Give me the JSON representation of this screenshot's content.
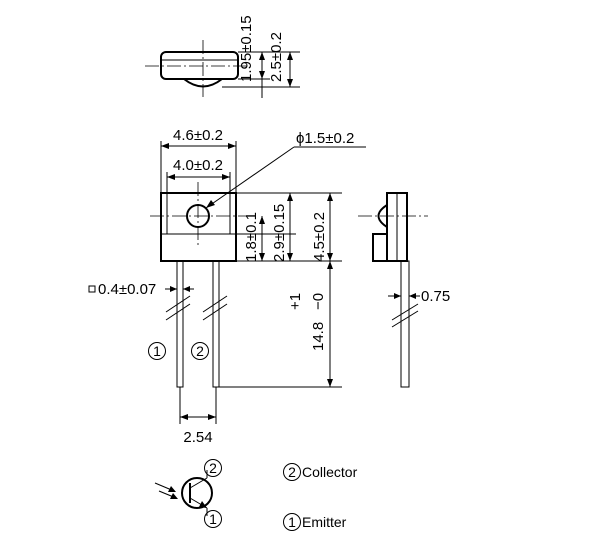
{
  "top_view": {
    "height_body": "1.95±0.15",
    "height_total": "2.5±0.2"
  },
  "front_view": {
    "width_outer": "4.6±0.2",
    "width_inner": "4.0±0.2",
    "lens_diameter": "ϕ1.5±0.2",
    "lens_center_height": "1.8±0.1",
    "step_height": "2.9±0.15",
    "body_height": "4.5±0.2",
    "lead_width": "0.4±0.07",
    "lead_length_nominal": "14.8",
    "lead_length_tol_plus": "+1",
    "lead_length_tol_minus": "−0",
    "lead_pitch": "2.54",
    "pin_1_mark": "1",
    "pin_2_mark": "2"
  },
  "side_view": {
    "lead_thickness": "0.75"
  },
  "symbol": {
    "pin_top": "2",
    "pin_bottom": "1"
  },
  "legend": [
    {
      "number": "2",
      "label": "Collector"
    },
    {
      "number": "1",
      "label": "Emitter"
    }
  ]
}
